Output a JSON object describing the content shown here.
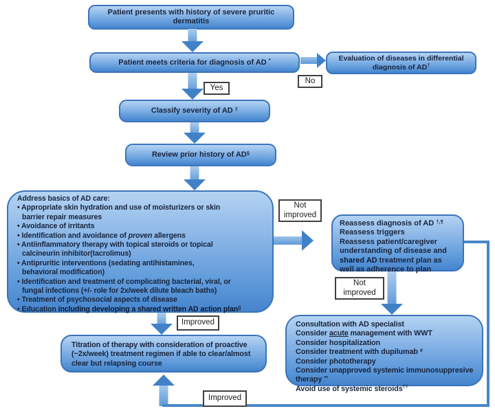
{
  "meta": {
    "diagram_type": "flowchart",
    "topic": "Atopic dermatitis (AD) management algorithm"
  },
  "colors": {
    "node_fill_top": "#b4d3f2",
    "node_fill_bottom": "#4584cd",
    "node_border": "#3b74bb",
    "node_text": "#17243d",
    "arrow_fill": "#4181c7",
    "rail_line": "#4a86c8",
    "label_border": "#3f3f3f",
    "label_text": "#1a1a1a",
    "background": "#ffffff"
  },
  "labels": {
    "yes": "Yes",
    "no": "No",
    "not_improved_1": "Not\nimproved",
    "not_improved_2": "Not\nimproved",
    "improved_1": "Improved",
    "improved_2": "Improved"
  },
  "nodes": {
    "presents": {
      "lines": [
        {
          "seg": [
            {
              "t": "Patient presents with history of severe pruritic"
            }
          ]
        },
        {
          "seg": [
            {
              "t": "dermatitis"
            }
          ]
        }
      ]
    },
    "criteria": {
      "lines": [
        {
          "seg": [
            {
              "t": "Patient meets criteria for diagnosis of AD "
            },
            {
              "t": "*",
              "s": "sup"
            }
          ]
        }
      ]
    },
    "evaluation": {
      "lines": [
        {
          "seg": [
            {
              "t": "Evaluation of diseases in differential"
            }
          ]
        },
        {
          "seg": [
            {
              "t": "diagnosis of AD"
            },
            {
              "t": "†",
              "s": "sup"
            }
          ]
        }
      ]
    },
    "classify": {
      "lines": [
        {
          "seg": [
            {
              "t": "Classify severity of AD "
            },
            {
              "t": "‡",
              "s": "sup"
            }
          ]
        }
      ]
    },
    "review": {
      "lines": [
        {
          "seg": [
            {
              "t": "Review prior history of AD"
            },
            {
              "t": "§",
              "s": "sup"
            }
          ]
        }
      ]
    },
    "basics": {
      "lines": [
        {
          "seg": [
            {
              "t": "Address basics of AD care:"
            }
          ]
        },
        {
          "seg": [
            {
              "t": "• Appropriate skin hydration and use of moisturizers or skin"
            }
          ]
        },
        {
          "i": true,
          "seg": [
            {
              "t": "barrier repair measures"
            }
          ]
        },
        {
          "seg": [
            {
              "t": "• Avoidance of irritants"
            }
          ]
        },
        {
          "seg": [
            {
              "t": "• Identification and avoidance of "
            },
            {
              "t": "proven",
              "s": "it"
            },
            {
              "t": " allergens"
            }
          ]
        },
        {
          "seg": [
            {
              "t": "• Antiinflammatory therapy with topical steroids or topical"
            }
          ]
        },
        {
          "i": true,
          "seg": [
            {
              "t": "calcineurin inhibitor(tacrolimus)"
            }
          ]
        },
        {
          "seg": [
            {
              "t": "• Antipruritic interventions (sedating antihistamines,"
            }
          ]
        },
        {
          "i": true,
          "seg": [
            {
              "t": "behavioral modification)"
            }
          ]
        },
        {
          "seg": [
            {
              "t": "• Identification and treatment of complicating bacterial, viral, or"
            }
          ]
        },
        {
          "i": true,
          "seg": [
            {
              "t": "fungal infections (+/- role for 2x/week dilute bleach baths)"
            }
          ]
        },
        {
          "seg": [
            {
              "t": "• Treatment of psychosocial aspects of disease"
            }
          ]
        },
        {
          "seg": [
            {
              "t": "• Education "
            },
            {
              "t": "including developing a shared written AD action plan",
              "s": "xb"
            },
            {
              "t": "||",
              "s": "sup"
            }
          ]
        }
      ]
    },
    "reassess": {
      "lines": [
        {
          "seg": [
            {
              "t": "Reassess diagnosis of AD "
            },
            {
              "t": "†,¶",
              "s": "sup"
            }
          ]
        },
        {
          "seg": [
            {
              "t": "Reassess triggers"
            }
          ]
        },
        {
          "seg": [
            {
              "t": "Reassess patient/caregiver"
            }
          ]
        },
        {
          "seg": [
            {
              "t": "understanding of disease and"
            }
          ]
        },
        {
          "seg": [
            {
              "t": "shared AD",
              "s": "xb"
            },
            {
              "t": " treatment plan as"
            }
          ]
        },
        {
          "seg": [
            {
              "t": "well as adherence to plan"
            }
          ]
        }
      ]
    },
    "consult": {
      "lines": [
        {
          "seg": [
            {
              "t": "Consultation with AD specialist"
            }
          ]
        },
        {
          "seg": [
            {
              "t": "Consider "
            },
            {
              "t": "acute",
              "s": "u"
            },
            {
              "t": " management with WWT"
            }
          ]
        },
        {
          "seg": [
            {
              "t": "Consider hospitalization"
            }
          ]
        },
        {
          "seg": [
            {
              "t": "Consider treatment with dupilumab "
            },
            {
              "t": "#",
              "s": "sup"
            }
          ]
        },
        {
          "seg": [
            {
              "t": "Consider phototherapy"
            }
          ]
        },
        {
          "seg": [
            {
              "t": "Consider unapproved systemic immunosuppresive"
            }
          ]
        },
        {
          "seg": [
            {
              "t": "therapy "
            },
            {
              "t": "**",
              "s": "sup"
            }
          ]
        },
        {
          "seg": [
            {
              "t": "Avoid use of systemic steroids"
            },
            {
              "t": "††",
              "s": "sup"
            }
          ]
        }
      ]
    },
    "titration": {
      "lines": [
        {
          "seg": [
            {
              "t": "Titration of therapy with consideration of proactive"
            }
          ]
        },
        {
          "seg": [
            {
              "t": "(~2x/week) treatment regimen if able to clear/almost"
            }
          ]
        },
        {
          "seg": [
            {
              "t": "clear but relapsing course"
            }
          ]
        }
      ]
    }
  }
}
